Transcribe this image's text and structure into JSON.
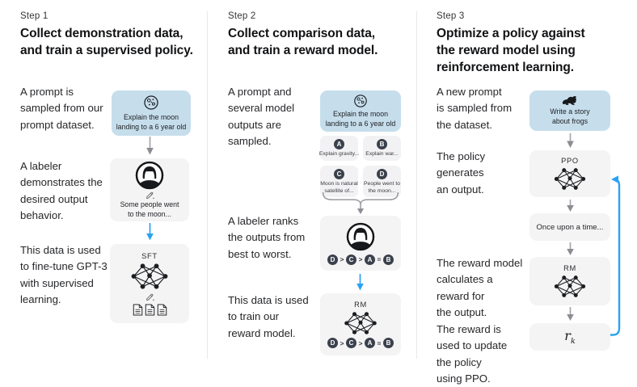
{
  "colors": {
    "prompt_box_blue": "#c6deec",
    "process_box_gray": "#f4f4f5",
    "badge_dark": "#3a414c",
    "arrow_blue": "#2ba2f2",
    "arrow_gray": "#9a9aa1",
    "text_dark": "#202123"
  },
  "steps": [
    {
      "label": "Step 1",
      "title_lines": [
        "Collect demonstration data,",
        "and train a supervised policy."
      ],
      "annotations": {
        "t1": [
          "A prompt is",
          "sampled from our",
          "prompt dataset."
        ],
        "t2": [
          "A labeler",
          "demonstrates the",
          "desired output",
          "behavior."
        ],
        "t3": [
          "This data is used",
          "to fine-tune GPT-3",
          "with supervised",
          "learning."
        ]
      },
      "prompt_box": {
        "icon": "moon-icon",
        "lines": [
          "Explain the moon",
          "landing to a 6 year old"
        ]
      },
      "labeler_box": {
        "icon": "labeler-icon",
        "pencil_icon": "pencil-icon",
        "lines": [
          "Some people went",
          "to the moon..."
        ]
      },
      "model_box": {
        "label": "SFT",
        "icon": "network-icon",
        "pencil_icon": "pencil-icon",
        "documents_icon": "documents-icon"
      }
    },
    {
      "label": "Step 2",
      "title_lines": [
        "Collect comparison data,",
        "and train a reward model."
      ],
      "annotations": {
        "t1": [
          "A prompt and",
          "several model",
          "outputs are",
          "sampled."
        ],
        "t2": [
          "A labeler ranks",
          "the outputs from",
          "best to worst."
        ],
        "t3": [
          "This data is used",
          "to train our",
          "reward model."
        ]
      },
      "prompt_box": {
        "icon": "moon-icon",
        "lines": [
          "Explain the moon",
          "landing to a 6 year old"
        ]
      },
      "outputs": [
        {
          "letter": "A",
          "caption_lines": [
            "Explain gravity..."
          ]
        },
        {
          "letter": "B",
          "caption_lines": [
            "Explain war..."
          ]
        },
        {
          "letter": "C",
          "caption_lines": [
            "Moon is natural",
            "satellite of..."
          ]
        },
        {
          "letter": "D",
          "caption_lines": [
            "People went to",
            "the moon..."
          ]
        }
      ],
      "labeler_box": {
        "icon": "labeler-icon"
      },
      "ranking": [
        "D",
        ">",
        "C",
        ">",
        "A",
        "=",
        "B"
      ],
      "model_box": {
        "label": "RM",
        "icon": "network-icon"
      }
    },
    {
      "label": "Step 3",
      "title_lines": [
        "Optimize a policy against",
        "the reward model using",
        "reinforcement learning."
      ],
      "annotations": {
        "t1": [
          "A new prompt",
          "is sampled from",
          "the dataset."
        ],
        "t2": [
          "The policy",
          "generates",
          "an output."
        ],
        "t3": [
          "The reward model",
          "calculates a",
          "reward for",
          "the output."
        ],
        "t4": [
          "The reward is",
          "used to update",
          "the policy",
          "using PPO."
        ]
      },
      "prompt_box": {
        "icon": "frog-icon",
        "lines": [
          "Write a story",
          "about frogs"
        ]
      },
      "policy_box": {
        "label": "PPO",
        "icon": "network-icon"
      },
      "output_box": {
        "text": "Once upon a time..."
      },
      "reward_model_box": {
        "label": "RM",
        "icon": "network-icon"
      },
      "reward_box": {
        "symbol": "r",
        "subscript": "k"
      }
    }
  ]
}
